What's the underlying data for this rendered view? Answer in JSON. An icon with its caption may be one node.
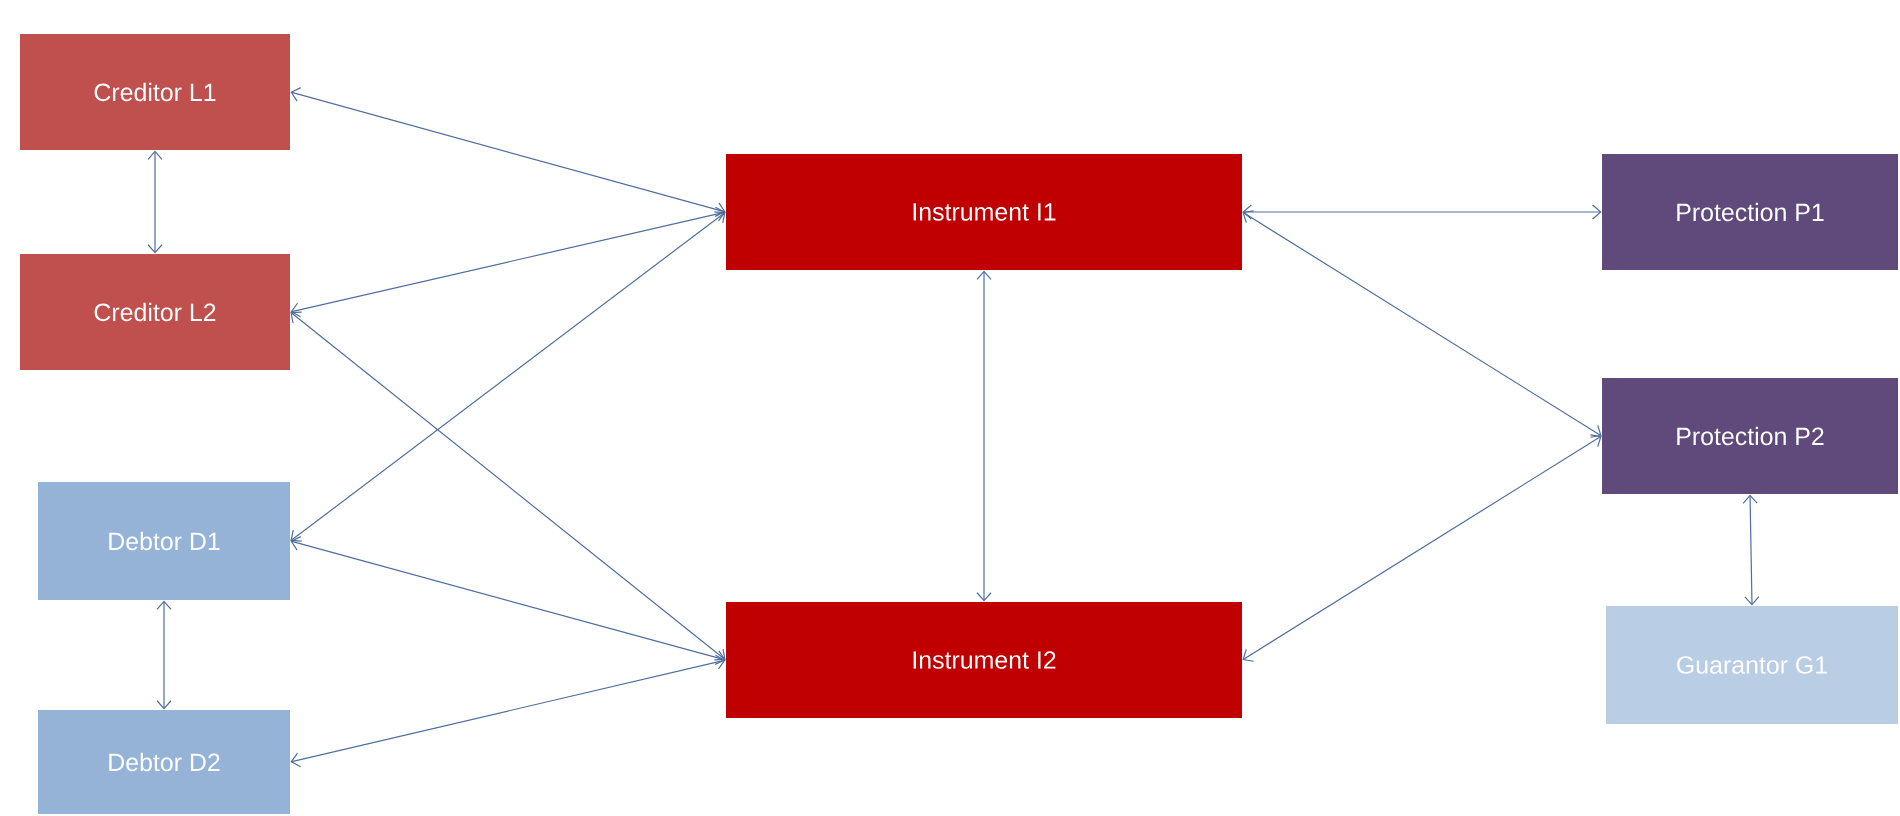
{
  "diagram": {
    "nodes": [
      {
        "text": [
          "Creditor L1"
        ]
      },
      {
        "text": [
          "Creditor L2"
        ]
      },
      {
        "text": [
          "Debtor D1"
        ]
      },
      {
        "text": [
          "Debtor D2"
        ]
      },
      {
        "text": [
          "Instrument I1"
        ]
      },
      {
        "text": [
          "Instrument I2"
        ]
      },
      {
        "text": [
          "Protection P1"
        ]
      },
      {
        "text": [
          "Protection P2"
        ]
      },
      {
        "text": [
          "Guarantor G1"
        ]
      }
    ],
    "edges": [
      {
        "from": 0,
        "to": 1,
        "arrow": "both"
      },
      {
        "from": 0,
        "to": 4,
        "arrow": "both"
      },
      {
        "from": 1,
        "to": 4,
        "arrow": "both"
      },
      {
        "from": 1,
        "to": 5,
        "arrow": "both"
      },
      {
        "from": 2,
        "to": 4,
        "arrow": "both"
      },
      {
        "from": 2,
        "to": 5,
        "arrow": "both"
      },
      {
        "from": 2,
        "to": 3,
        "arrow": "both"
      },
      {
        "from": 3,
        "to": 5,
        "arrow": "both"
      },
      {
        "from": 4,
        "to": 5,
        "arrow": "both"
      },
      {
        "from": 4,
        "to": 6,
        "arrow": "both"
      },
      {
        "from": 4,
        "to": 7,
        "arrow": "both"
      },
      {
        "from": 5,
        "to": 7,
        "arrow": "both"
      },
      {
        "from": 7,
        "to": 8,
        "arrow": "both"
      }
    ]
  }
}
